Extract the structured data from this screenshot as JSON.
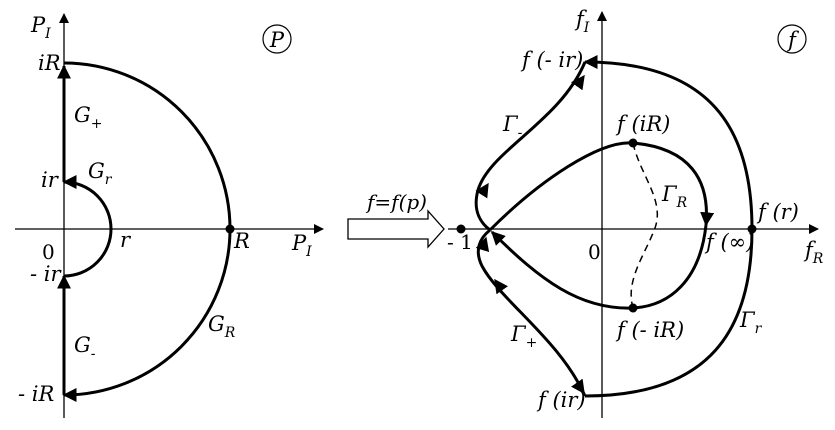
{
  "left_plane": {
    "badge": "P",
    "axis_y": "P",
    "axis_y_sub": "I",
    "axis_x": "P",
    "axis_x_sub": "I",
    "origin": "0",
    "iR": "iR",
    "ir": "ir",
    "minus_ir": "- ir",
    "minus_iR": "- iR",
    "r": "r",
    "R": "R",
    "G_plus": "G",
    "G_plus_sub": "+",
    "G_r": "G",
    "G_r_sub": "r",
    "G_minus": "G",
    "G_minus_sub": "-",
    "G_R": "G",
    "G_R_sub": "R"
  },
  "mapping": {
    "label": "f=f(p)"
  },
  "right_plane": {
    "badge": "f",
    "axis_y": "f",
    "axis_y_sub": "I",
    "axis_x": "f",
    "axis_x_sub": "R",
    "origin": "0",
    "minus_one": "- 1",
    "f_minus_ir": "f (- ir)",
    "f_iR": "f (iR)",
    "f_r": "f (r)",
    "f_inf": "f (∞)",
    "f_minus_iR": "f (- iR)",
    "f_ir": "f (ir)",
    "Gamma_minus": "Γ",
    "Gamma_minus_sub": "-",
    "Gamma_R": "Γ",
    "Gamma_R_sub": "R",
    "Gamma_plus": "Γ",
    "Gamma_plus_sub": "+",
    "Gamma_r": "Γ",
    "Gamma_r_sub": "r"
  }
}
